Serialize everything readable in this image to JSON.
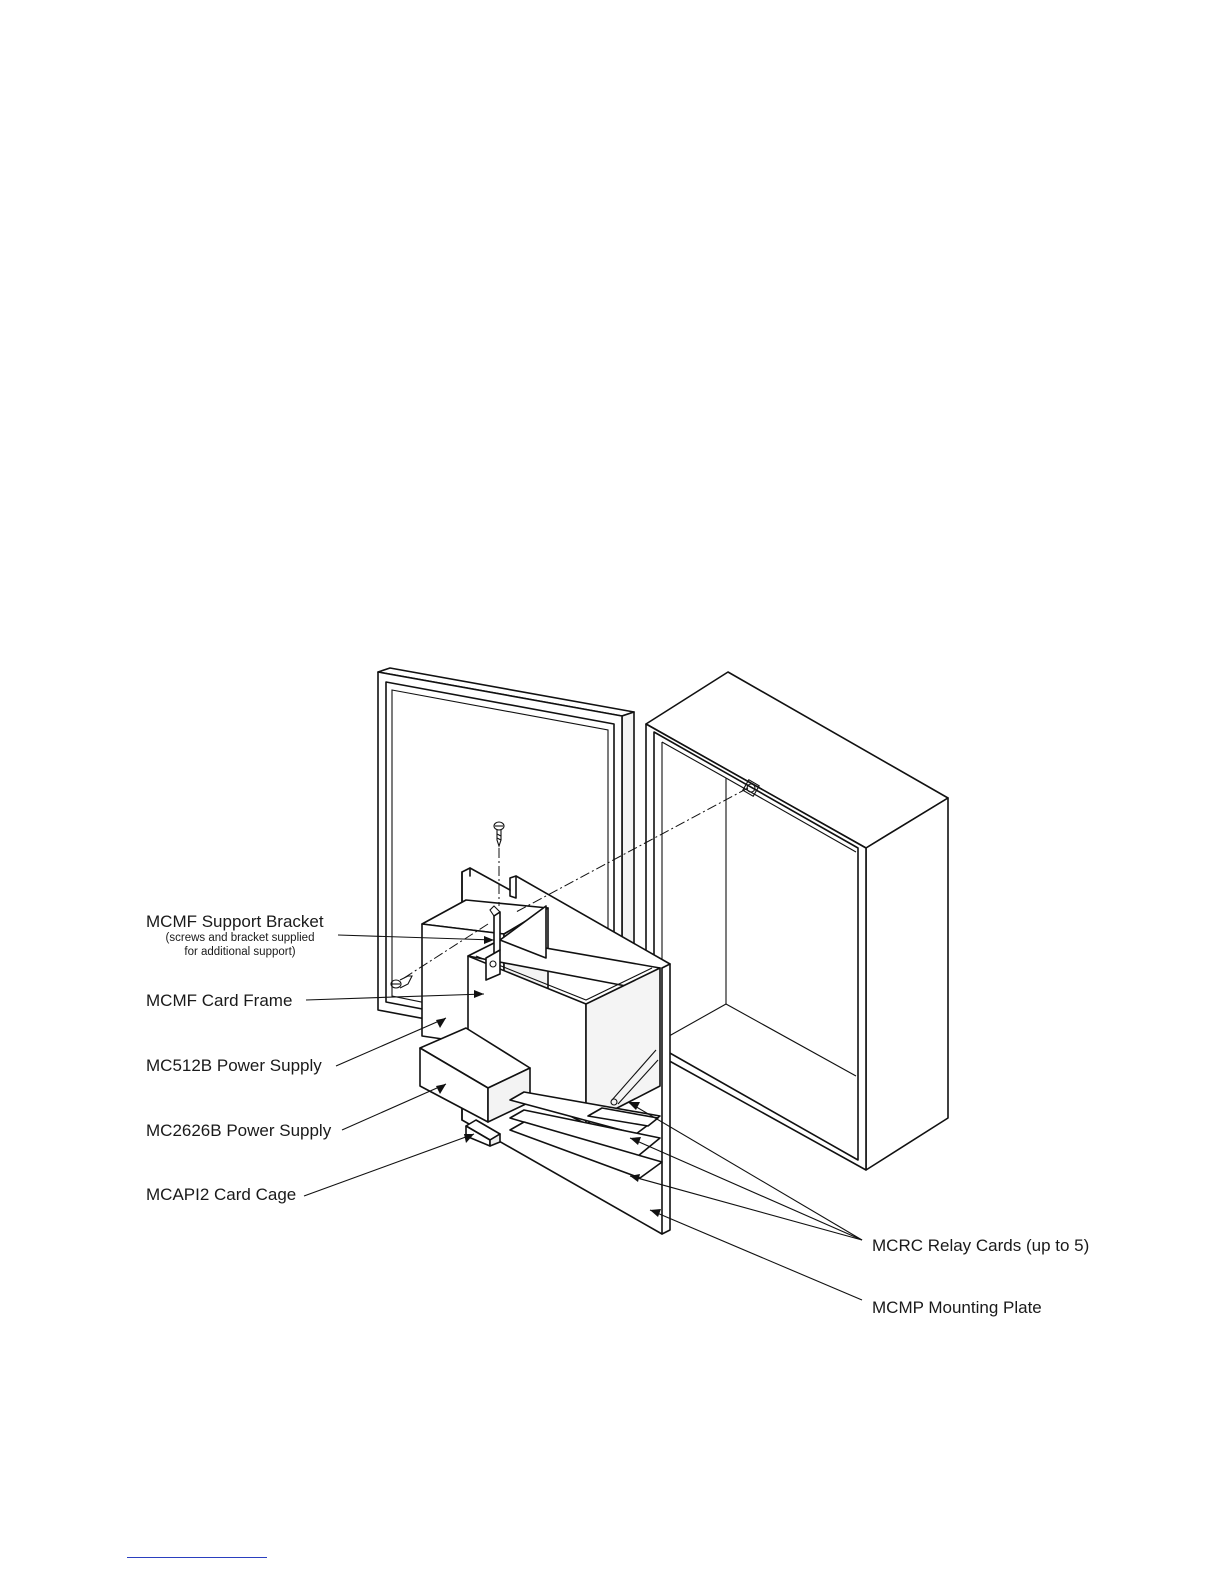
{
  "labels": {
    "support_bracket": "MCMF Support Bracket",
    "support_bracket_note_1": "(screws and bracket supplied",
    "support_bracket_note_2": "for additional support)",
    "card_frame": "MCMF Card Frame",
    "mc512b": "MC512B Power Supply",
    "mc2626b": "MC2626B Power Supply",
    "card_cage": "MCAPI2 Card Cage",
    "relay_cards": "MCRC Relay Cards (up to 5)",
    "mounting_plate": "MCMP Mounting Plate"
  },
  "colors": {
    "line": "#111111",
    "face_front": "#ffffff",
    "face_side": "#f2f2f2",
    "footer_rule": "#2a3fbf"
  }
}
